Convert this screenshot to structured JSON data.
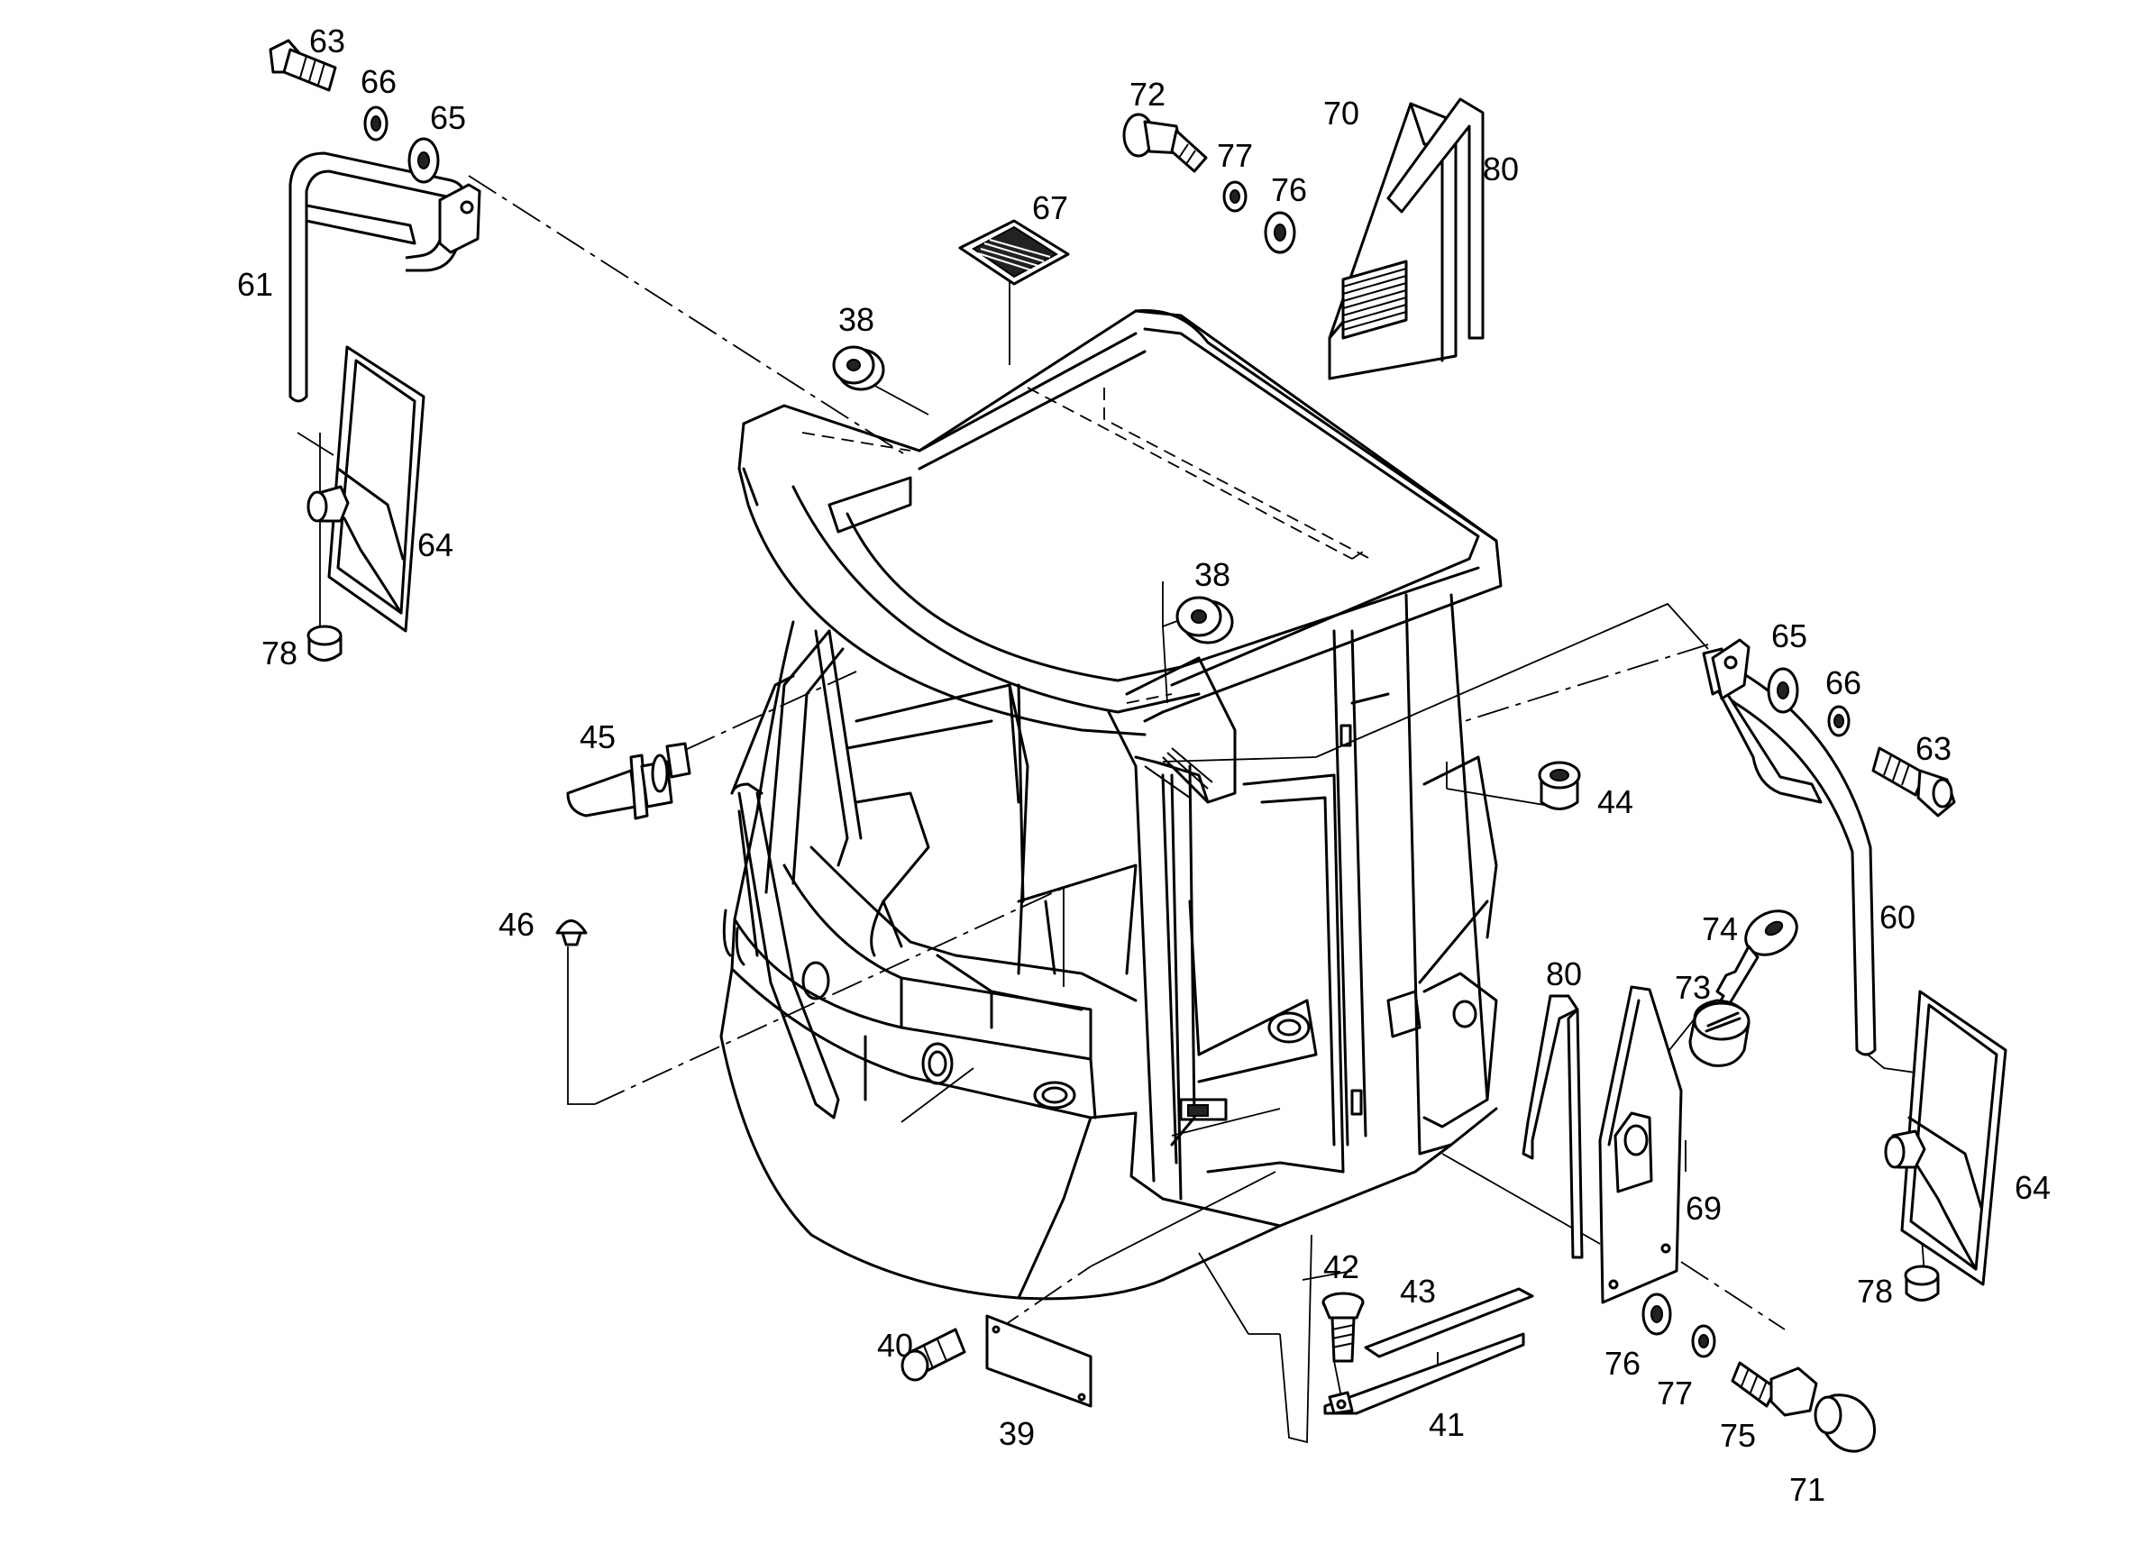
{
  "diagram": {
    "callouts": [
      {
        "id": "c63a",
        "text": "63"
      },
      {
        "id": "c66a",
        "text": "66"
      },
      {
        "id": "c65a",
        "text": "65"
      },
      {
        "id": "c61",
        "text": "61"
      },
      {
        "id": "c64a",
        "text": "64"
      },
      {
        "id": "c78a",
        "text": "78"
      },
      {
        "id": "c72",
        "text": "72"
      },
      {
        "id": "c77a",
        "text": "77"
      },
      {
        "id": "c76a",
        "text": "76"
      },
      {
        "id": "c70",
        "text": "70"
      },
      {
        "id": "c80a",
        "text": "80"
      },
      {
        "id": "c67",
        "text": "67"
      },
      {
        "id": "c38a",
        "text": "38"
      },
      {
        "id": "c38b",
        "text": "38"
      },
      {
        "id": "c45",
        "text": "45"
      },
      {
        "id": "c46",
        "text": "46"
      },
      {
        "id": "c44",
        "text": "44"
      },
      {
        "id": "c65b",
        "text": "65"
      },
      {
        "id": "c66b",
        "text": "66"
      },
      {
        "id": "c63b",
        "text": "63"
      },
      {
        "id": "c60",
        "text": "60"
      },
      {
        "id": "c74",
        "text": "74"
      },
      {
        "id": "c73",
        "text": "73"
      },
      {
        "id": "c80b",
        "text": "80"
      },
      {
        "id": "c69",
        "text": "69"
      },
      {
        "id": "c64b",
        "text": "64"
      },
      {
        "id": "c78b",
        "text": "78"
      },
      {
        "id": "c42",
        "text": "42"
      },
      {
        "id": "c43",
        "text": "43"
      },
      {
        "id": "c41",
        "text": "41"
      },
      {
        "id": "c40",
        "text": "40"
      },
      {
        "id": "c39",
        "text": "39"
      },
      {
        "id": "c76b",
        "text": "76"
      },
      {
        "id": "c77b",
        "text": "77"
      },
      {
        "id": "c75",
        "text": "75"
      },
      {
        "id": "c71",
        "text": "71"
      }
    ]
  }
}
